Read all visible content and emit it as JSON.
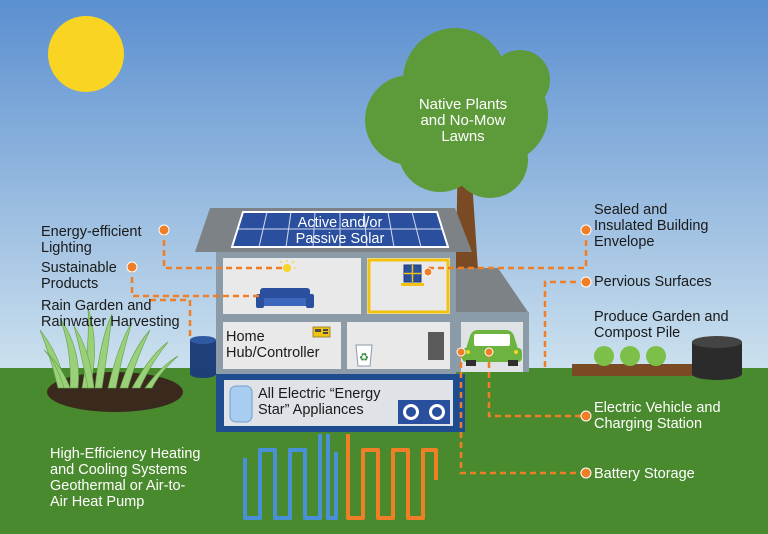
{
  "colors": {
    "sky_top": "#5b8fd0",
    "sky_bottom": "#cfe3ef",
    "grass": "#4a8a2e",
    "sun": "#f9d422",
    "tree_canopy": "#5d9b3a",
    "trunk": "#7a4a25",
    "roof": "#7d8286",
    "house_wall": "#e9e9e9",
    "house_frame": "#8b9ba8",
    "basement": "#1e4c8e",
    "connector": "#f07e26",
    "pipe_blue": "#4a90d9",
    "pipe_orange": "#f07e26",
    "window_frame": "#f2c20f",
    "car": "#6db33f",
    "solar_panel": "#2a4f9f"
  },
  "icons": [
    "sun-icon",
    "tree-icon",
    "solar-panel-icon",
    "sofa-icon",
    "lamp-icon",
    "window-icon",
    "controller-icon",
    "recycle-bin-icon",
    "door-icon",
    "car-icon",
    "water-heater-icon",
    "washer-dryer-icon",
    "rain-barrel-icon",
    "grass-icon",
    "compost-bin-icon",
    "garden-bed-icon",
    "geothermal-pipe-icon"
  ],
  "labels": {
    "native_plants": "Native Plants\nand No-Mow\nLawns",
    "solar": "Active and/or\nPassive Solar",
    "lighting": "Energy-efficient\nLighting",
    "sustainable": "Sustainable\nProducts",
    "rain_garden": "Rain Garden and\nRainwater Harvesting",
    "home_hub": "Home\nHub/Controller",
    "appliances": "All Electric “Energy\nStar” Appliances",
    "heating": "High-Efficiency Heating\nand Cooling Systems\nGeothermal or Air-to-\nAir Heat Pump",
    "sealed": "Sealed and\nInsulated Building\nEnvelope",
    "pervious": "Pervious Surfaces",
    "produce": "Produce Garden and\nCompost Pile",
    "ev": "Electric Vehicle and\nCharging Station",
    "battery": "Battery Storage"
  }
}
